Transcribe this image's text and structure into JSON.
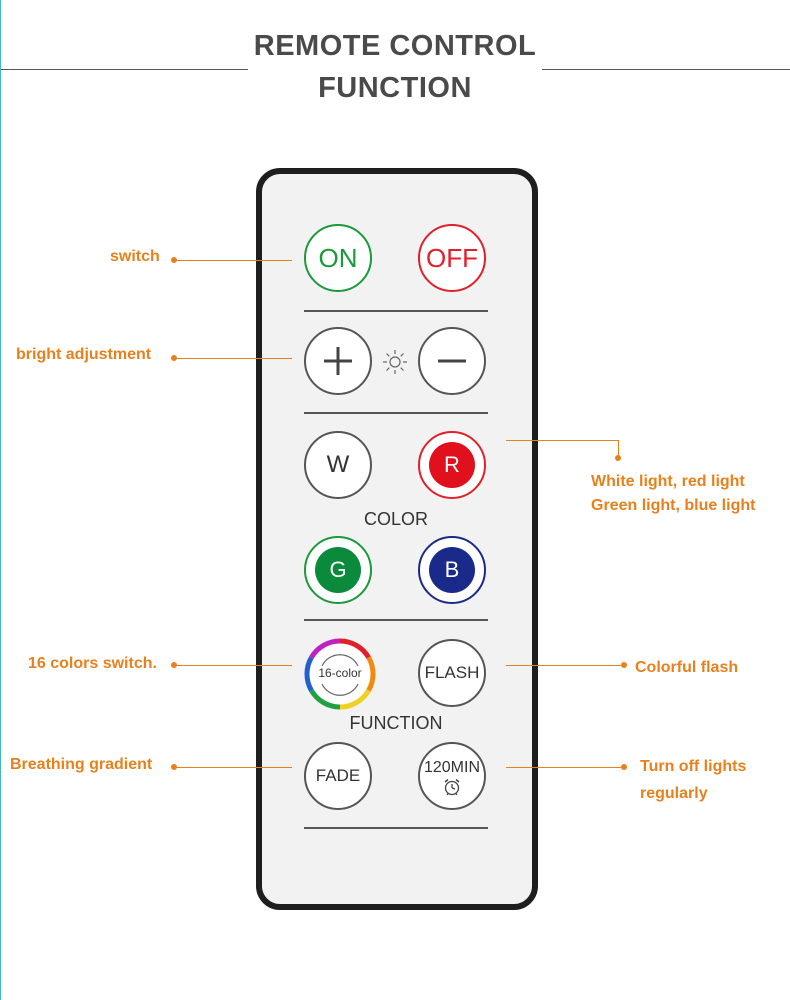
{
  "title": {
    "line1": "REMOTE CONTROL",
    "line2": "FUNCTION"
  },
  "buttons": {
    "on": "ON",
    "off": "OFF",
    "w": "W",
    "r": "R",
    "g": "G",
    "b": "B",
    "sixteen_color": "16-color",
    "flash": "FLASH",
    "fade": "FADE",
    "timer": "120MIN"
  },
  "captions": {
    "color": "COLOR",
    "function": "FUNCTION"
  },
  "annotations": {
    "switch": "switch",
    "bright": "bright adjustment",
    "colors_line1": "White light, red light",
    "colors_line2": "Green light, blue light",
    "sixteen": "16 colors switch.",
    "flash": "Colorful flash",
    "breathing": "Breathing gradient",
    "timer_line1": "Turn off lights",
    "timer_line2": "regularly"
  },
  "colors": {
    "accent": "#e8801c",
    "on_green": "#1a9a3a",
    "off_red": "#e0202a",
    "red_fill": "#e0101c",
    "green_fill": "#0a8a3a",
    "blue_fill": "#1a2a8a"
  }
}
